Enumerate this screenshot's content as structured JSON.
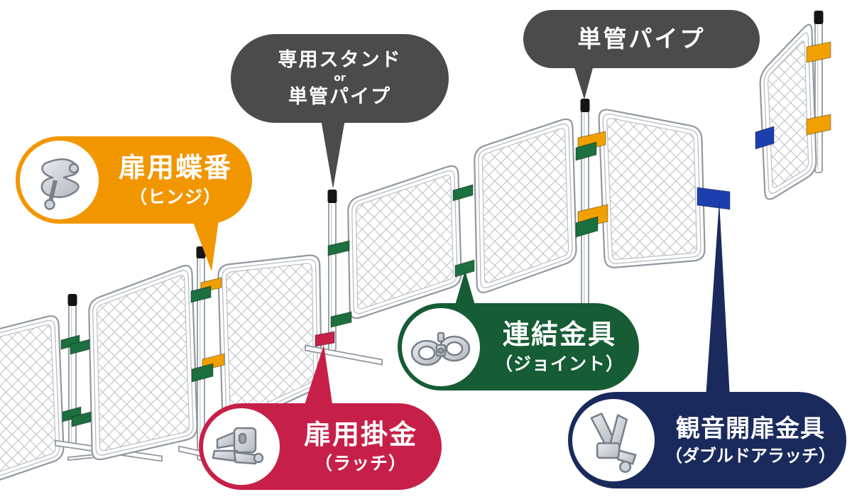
{
  "callouts": {
    "stand_or_pipe": {
      "line1": "専用スタンド",
      "line2": "or",
      "line3": "単管パイプ",
      "bg": "#4b4b4b",
      "text_color": "#ffffff"
    },
    "tankan_pipe": {
      "label": "単管パイプ",
      "bg": "#4b4b4b",
      "text_color": "#ffffff"
    },
    "hinge": {
      "title": "扉用蝶番",
      "subtitle": "（ヒンジ）",
      "bg": "#f29600",
      "text_color": "#ffffff",
      "icon": "hinge-clamp-photo"
    },
    "joint": {
      "title": "連結金具",
      "subtitle": "（ジョイント）",
      "bg": "#165c35",
      "text_color": "#ffffff",
      "icon": "joint-clamp-photo"
    },
    "latch": {
      "title": "扉用掛金",
      "subtitle": "（ラッチ）",
      "bg": "#c62049",
      "text_color": "#ffffff",
      "icon": "latch-clamp-photo"
    },
    "double_latch": {
      "title": "観音開扉金具",
      "subtitle": "（ダブルドアラッチ）",
      "bg": "#1a2a5c",
      "text_color": "#ffffff",
      "icon": "double-door-latch-photo"
    }
  },
  "fence_colors": {
    "hinge_band": "#f0a000",
    "joint_band": "#1c6f3e",
    "latch_band": "#c62049",
    "double_latch_band": "#1d3fae",
    "frame": "#9298a0",
    "frame_light": "#b6bbc1",
    "mesh": "#c3c7cc",
    "pipe_cap": "#141414"
  }
}
